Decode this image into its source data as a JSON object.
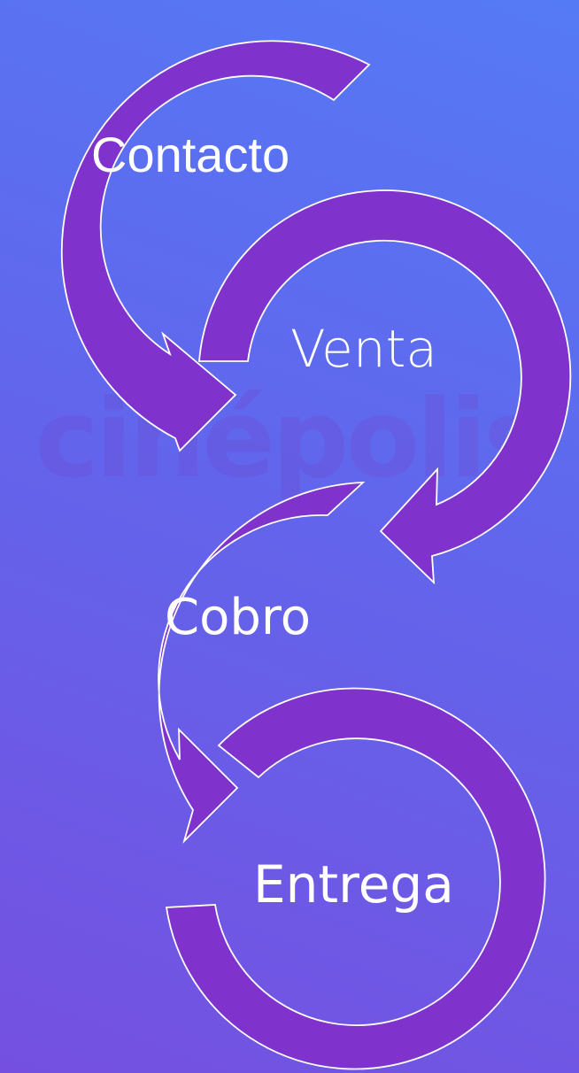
{
  "diagram": {
    "watermark_text": "cinépolis",
    "colors": {
      "background_top": "#557AF6",
      "background_bottom": "#7550E0",
      "arrow_fill": "#8033CC",
      "arrow_stroke": "#FFFFFF",
      "watermark": "#783CC8"
    },
    "steps": [
      {
        "label": "Contacto"
      },
      {
        "label": "Venta"
      },
      {
        "label": "Cobro"
      },
      {
        "label": "Entrega"
      }
    ]
  }
}
